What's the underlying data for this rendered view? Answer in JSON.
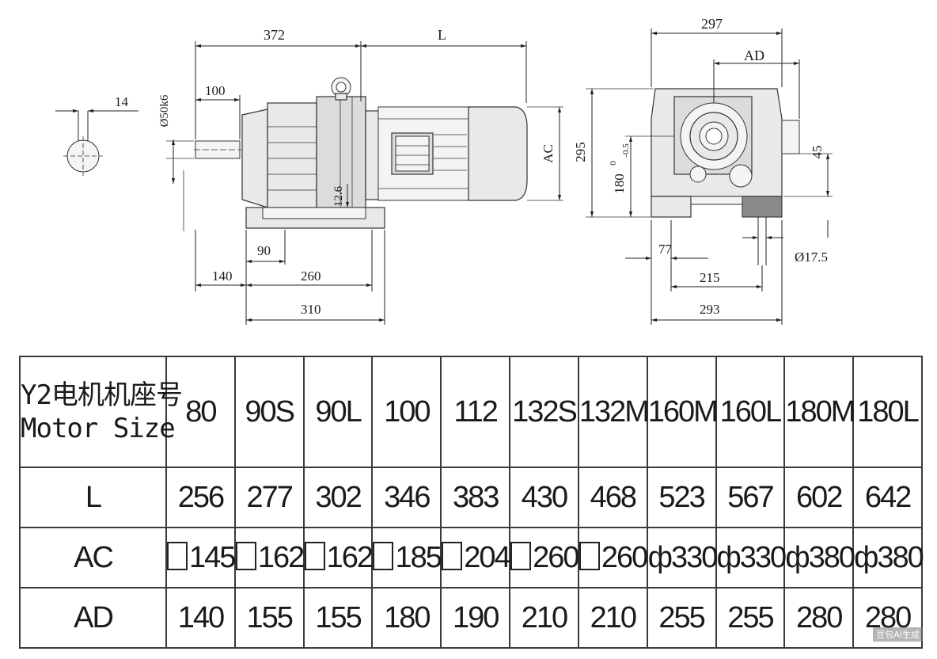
{
  "drawing": {
    "side_view": {
      "d_372": "372",
      "d_L": "L",
      "d_100": "100",
      "d_shaft": "Ø50k6",
      "d_AC": "AC",
      "d_12_6": "12.6",
      "d_90": "90",
      "d_140": "140",
      "d_260": "260",
      "d_310": "310"
    },
    "key_section": {
      "d_14": "14"
    },
    "end_view": {
      "d_297": "297",
      "d_AD": "AD",
      "d_295": "295",
      "d_180": "180",
      "d_180_sup": "0",
      "d_180_sub": "-0.5",
      "d_45": "45",
      "d_77": "77",
      "d_bolt": "Ø17.5",
      "d_215": "215",
      "d_293": "293"
    }
  },
  "table": {
    "header_cn": "Y2电机机座号",
    "header_en": "Motor Size",
    "sizes": [
      "80",
      "90S",
      "90L",
      "100",
      "112",
      "132S",
      "132M",
      "160M",
      "160L",
      "180M",
      "180L"
    ],
    "rows": [
      {
        "label": "L",
        "values": [
          "256",
          "277",
          "302",
          "346",
          "383",
          "430",
          "468",
          "523",
          "567",
          "602",
          "642"
        ]
      },
      {
        "label": "AC",
        "values": [
          "145",
          "162",
          "162",
          "185",
          "204",
          "260",
          "260",
          "330",
          "330",
          "380",
          "380"
        ],
        "shapes": [
          "square",
          "square",
          "square",
          "square",
          "square",
          "square",
          "square",
          "phi",
          "phi",
          "phi",
          "phi"
        ],
        "phi_symbol": "ф"
      },
      {
        "label": "AD",
        "values": [
          "140",
          "155",
          "155",
          "180",
          "190",
          "210",
          "210",
          "255",
          "255",
          "280",
          "280"
        ]
      }
    ]
  },
  "watermark": "豆包AI生成"
}
